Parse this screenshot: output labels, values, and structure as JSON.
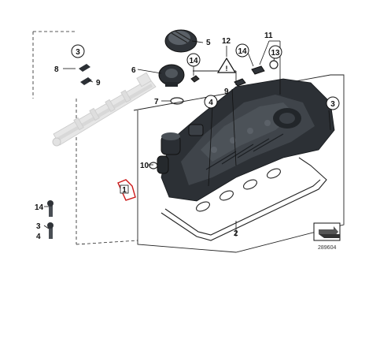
{
  "callouts": {
    "c1": "1",
    "c2": "2",
    "c3a": "3",
    "c3b": "3",
    "c3c": "3",
    "c4": "4",
    "c5": "5",
    "c6": "6",
    "c7": "7",
    "c8": "8",
    "c9a": "9",
    "c9b": "9",
    "c10": "10",
    "c11": "11",
    "c12": "12",
    "c13": "13",
    "c14a": "14",
    "c14b": "14",
    "c14c": "14"
  },
  "image_id": "289604",
  "colors": {
    "part_dark": "#2b2f33",
    "part_mid": "#4a4f55",
    "rail": "#e3e3e3",
    "highlight": "#cc1a1a"
  }
}
